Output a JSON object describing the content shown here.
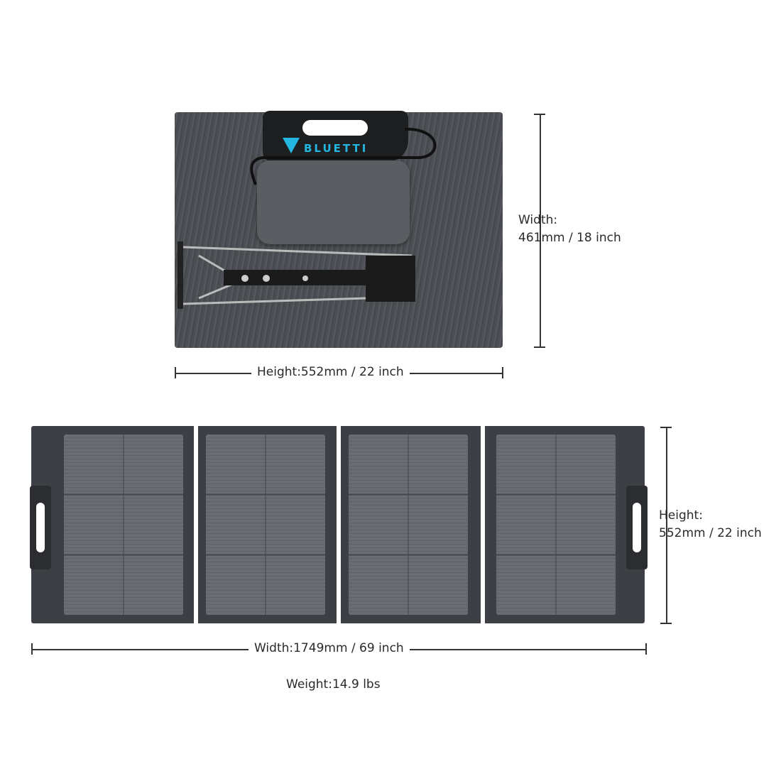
{
  "folded_panel": {
    "brand": "BLUETTI"
  },
  "dimensions": {
    "folded_width_label": "Width:",
    "folded_width_value": "461mm / 18 inch",
    "folded_height": "Height:552mm / 22 inch",
    "unfolded_height_label": "Height:",
    "unfolded_height_value": "552mm / 22 inch",
    "unfolded_width": "Width:1749mm / 69 inch",
    "weight": "Weight:14.9 lbs"
  },
  "colors": {
    "brand": "#22b6e0",
    "panel": "#4b4e53"
  }
}
